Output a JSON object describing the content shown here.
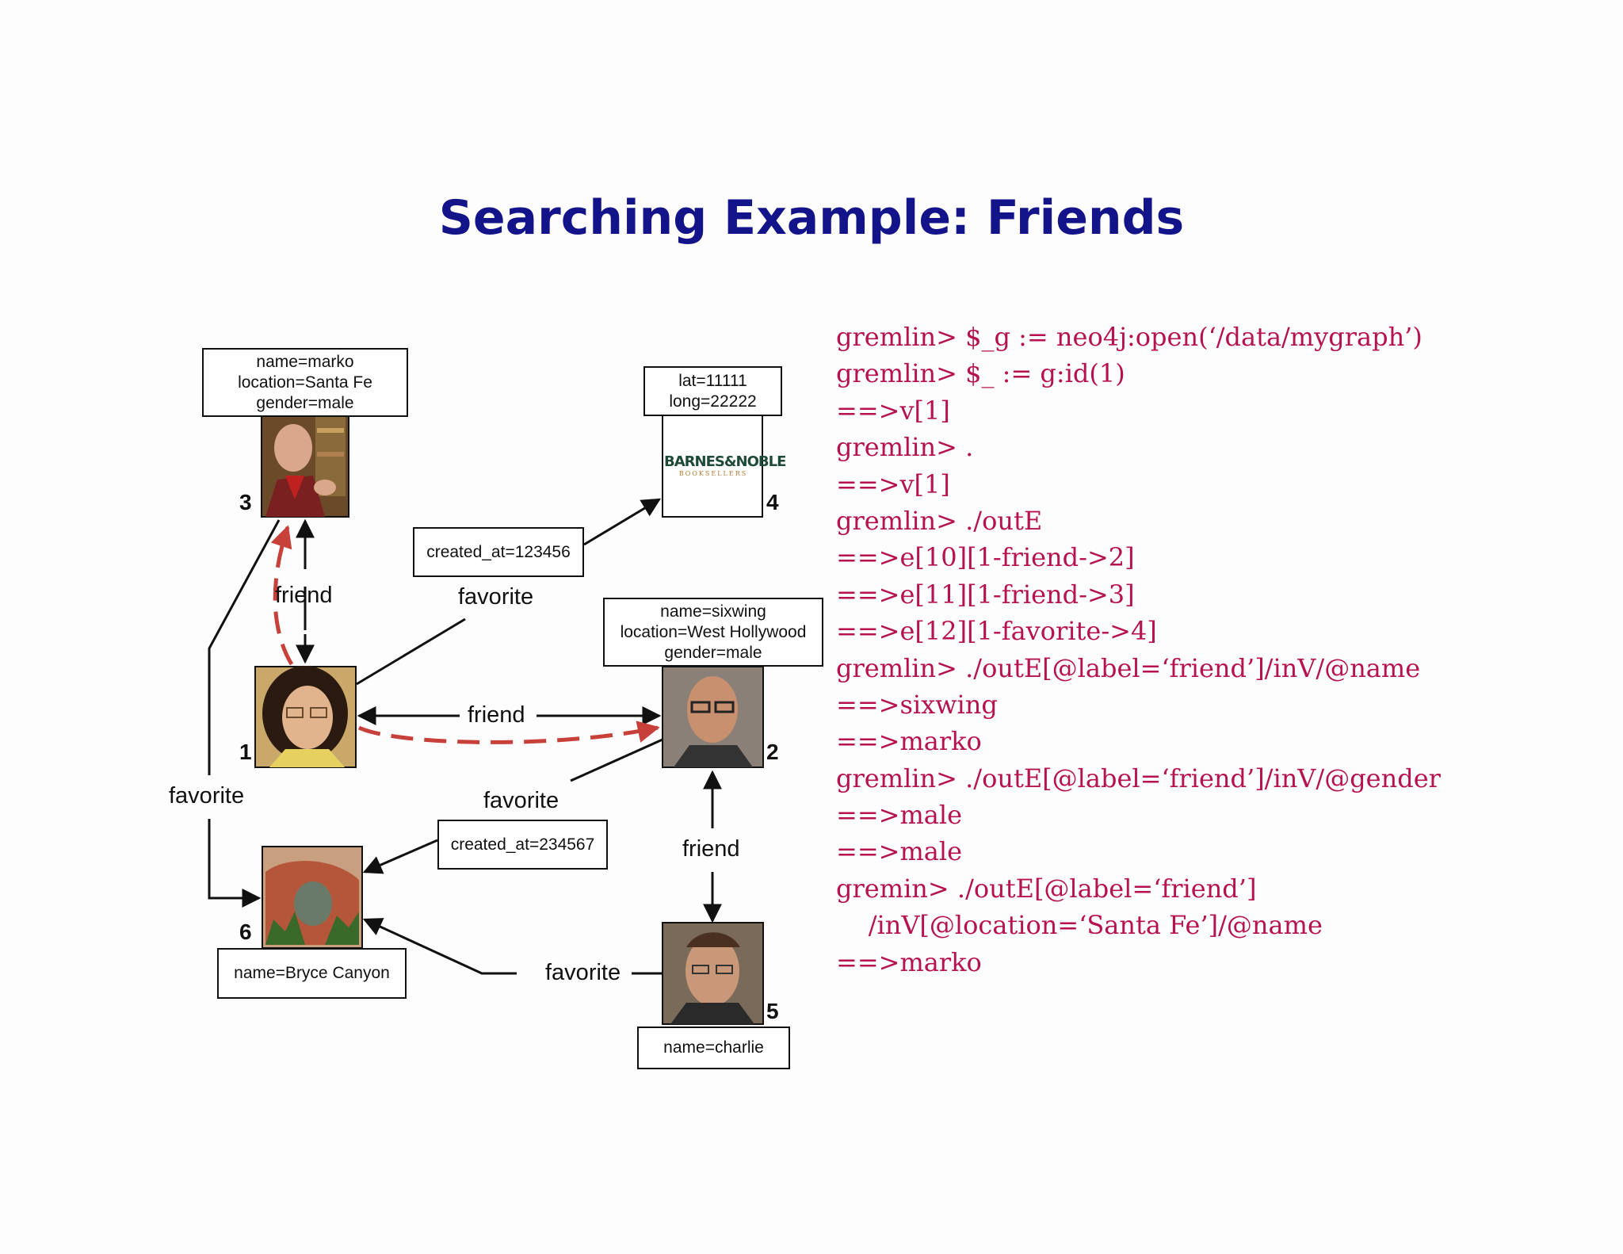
{
  "title": "Searching Example: Friends",
  "nodes": [
    {
      "id": "1"
    },
    {
      "id": "2",
      "props": [
        "name=sixwing",
        "location=West Hollywood",
        "gender=male"
      ]
    },
    {
      "id": "3",
      "props": [
        "name=marko",
        "location=Santa Fe",
        "gender=male"
      ]
    },
    {
      "id": "4",
      "props": [
        "lat=11111",
        "long=22222"
      ],
      "logo": {
        "line1": "BARNES&NOBLE",
        "line2": "BOOKSELLERS"
      }
    },
    {
      "id": "5",
      "props": [
        "name=charlie"
      ]
    },
    {
      "id": "6",
      "props": [
        "name=Bryce Canyon"
      ]
    }
  ],
  "edge_labels": {
    "friend_1_3": "friend",
    "friend_1_2": "friend",
    "friend_2_5": "friend",
    "favorite_1_4": "favorite",
    "favorite_2_6": "favorite",
    "favorite_3_6": "favorite",
    "favorite_5_6": "favorite"
  },
  "edge_props": {
    "created_1_4": "created_at=123456",
    "created_2_6": "created_at=234567"
  },
  "code_lines": [
    "gremlin> $_g := neo4j:open(‘/data/mygraph’)",
    "gremlin> $_ := g:id(1)",
    "==>v[1]",
    "gremlin> .",
    "==>v[1]",
    "gremlin> ./outE",
    "==>e[10][1-friend->2]",
    "==>e[11][1-friend->3]",
    "==>e[12][1-favorite->4]",
    "gremlin> ./outE[@label=‘friend’]/inV/@name",
    "==>sixwing",
    "==>marko",
    "gremlin> ./outE[@label=‘friend’]/inV/@gender",
    "==>male",
    "==>male",
    "gremin> ./outE[@label=‘friend’]",
    "    /inV[@location=‘Santa Fe’]/@name",
    "==>marko"
  ],
  "colors": {
    "title": "#14148a",
    "code": "#b5124f",
    "traversal_path": "#c8403a",
    "edges": "#111111"
  }
}
